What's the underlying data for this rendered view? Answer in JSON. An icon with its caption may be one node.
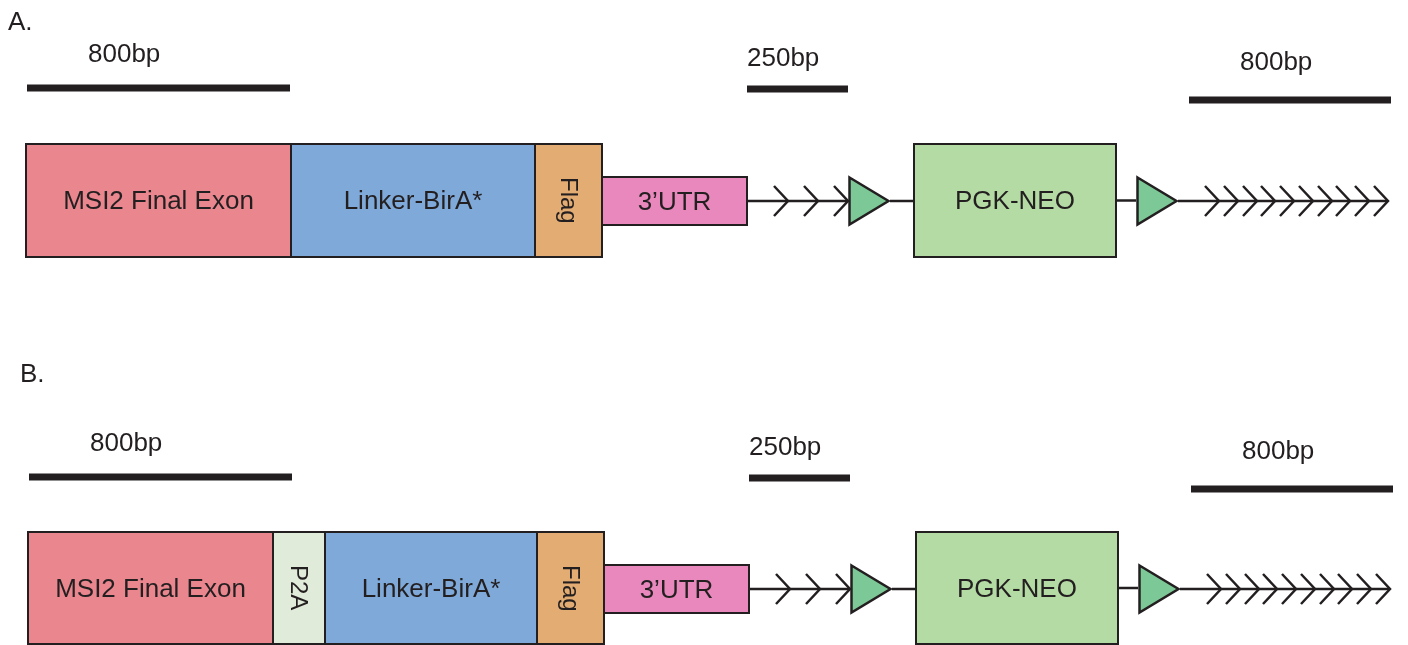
{
  "diagram": {
    "nodes": [
      {
        "text": [
          "MSI2 Final Exon"
        ]
      },
      {
        "text": [
          "Linker-BirA*"
        ]
      },
      {
        "text": [
          "Flag"
        ]
      },
      {
        "text": [
          "3’UTR"
        ]
      },
      {
        "text": [],
        "shape": "triangle"
      },
      {
        "text": [
          "PGK-NEO"
        ]
      },
      {
        "text": [],
        "shape": "triangle"
      },
      {
        "text": [
          "MSI2 Final Exon"
        ]
      },
      {
        "text": [
          "P2A"
        ]
      },
      {
        "text": [
          "Linker-BirA*"
        ]
      },
      {
        "text": [
          "Flag"
        ]
      },
      {
        "text": [
          "3’UTR"
        ]
      },
      {
        "text": [],
        "shape": "triangle"
      },
      {
        "text": [
          "PGK-NEO"
        ]
      },
      {
        "text": [],
        "shape": "triangle"
      }
    ],
    "edges": [
      {
        "from": 3,
        "to": 4,
        "arrow": "to"
      },
      {
        "from": 4,
        "to": 5,
        "arrow": "none"
      },
      {
        "from": 5,
        "to": 6,
        "arrow": "none"
      },
      {
        "from": 6,
        "to": null,
        "arrow": "to"
      },
      {
        "from": 11,
        "to": 12,
        "arrow": "to"
      },
      {
        "from": 12,
        "to": 13,
        "arrow": "none"
      },
      {
        "from": 13,
        "to": 14,
        "arrow": "none"
      },
      {
        "from": 14,
        "to": null,
        "arrow": "to"
      }
    ],
    "labels": [
      "A.",
      "800bp",
      "250bp",
      "800bp",
      "B.",
      "800bp",
      "250bp",
      "800bp"
    ]
  }
}
